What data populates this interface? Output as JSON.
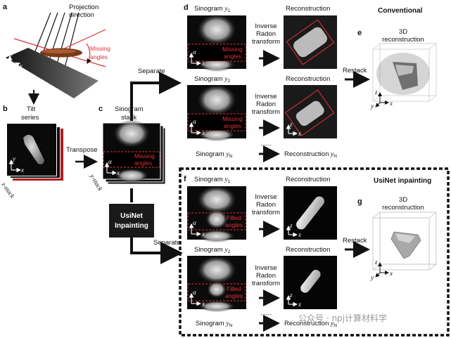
{
  "panel_labels": {
    "a": "a",
    "b": "b",
    "c": "c",
    "d": "d",
    "e": "e",
    "f": "f",
    "g": "g"
  },
  "panel_a": {
    "projection_line1": "Projection",
    "projection_line2": "direction",
    "missing_line1": "Missing",
    "missing_line2": "angles",
    "axis_x": "x",
    "axis_y": "y"
  },
  "panel_b": {
    "title_line1": "Tilt",
    "title_line2": "series",
    "axis_x": "x",
    "axis_y": "y",
    "stack_label": "z-stack"
  },
  "transpose_label": "Transpose",
  "panel_c": {
    "title_line1": "Sinogram",
    "title_line2": "stack",
    "axis_alpha": "α",
    "axis_x": "x",
    "missing_line1": "Missing",
    "missing_line2": "angles",
    "stack_label": "y-stack"
  },
  "separate_label": "Separate",
  "usinet_line1": "UsiNet",
  "usinet_line2": "Inpainting",
  "panel_d": {
    "col_sinogram": "Sinogram ",
    "col_reconstruction": "Reconstruction",
    "sino_y1": "y",
    "sino_y1_sub": "1",
    "sino_y2": "y",
    "sino_y2_sub": "2",
    "inverse_line1": "Inverse",
    "inverse_line2": "Radon",
    "inverse_line3": "transform",
    "missing_line1": "Missing",
    "missing_line2": "angles",
    "axis_alpha": "α",
    "axis_x": "x",
    "axis_z": "z",
    "dots": "......",
    "sino_yN_text": "Sinogram ",
    "sino_yN": "y",
    "sino_yN_sub": "N",
    "recon_yN_text": "Reconstruction ",
    "recon_yN": "y",
    "recon_yN_sub": "N"
  },
  "conventional_label": "Conventional",
  "restack_label": "Restack",
  "panel_e": {
    "title_line1": "3D",
    "title_line2": "reconstruction",
    "axis_x": "x",
    "axis_y": "y",
    "axis_z": "z"
  },
  "usinet_panel_label": "UsiNet inpainting",
  "panel_f": {
    "filled_line1": "Filled",
    "filled_line2": "angles"
  },
  "panel_g": {
    "title_line1": "3D",
    "title_line2": "reconstruction",
    "axis_x": "x",
    "axis_y": "y",
    "axis_z": "z"
  },
  "watermark": "公众号 · npj计算材料学",
  "colors": {
    "accent_red": "#e0303a",
    "stack_red": "#b01e24",
    "panel_black": "#0a0a0a"
  }
}
